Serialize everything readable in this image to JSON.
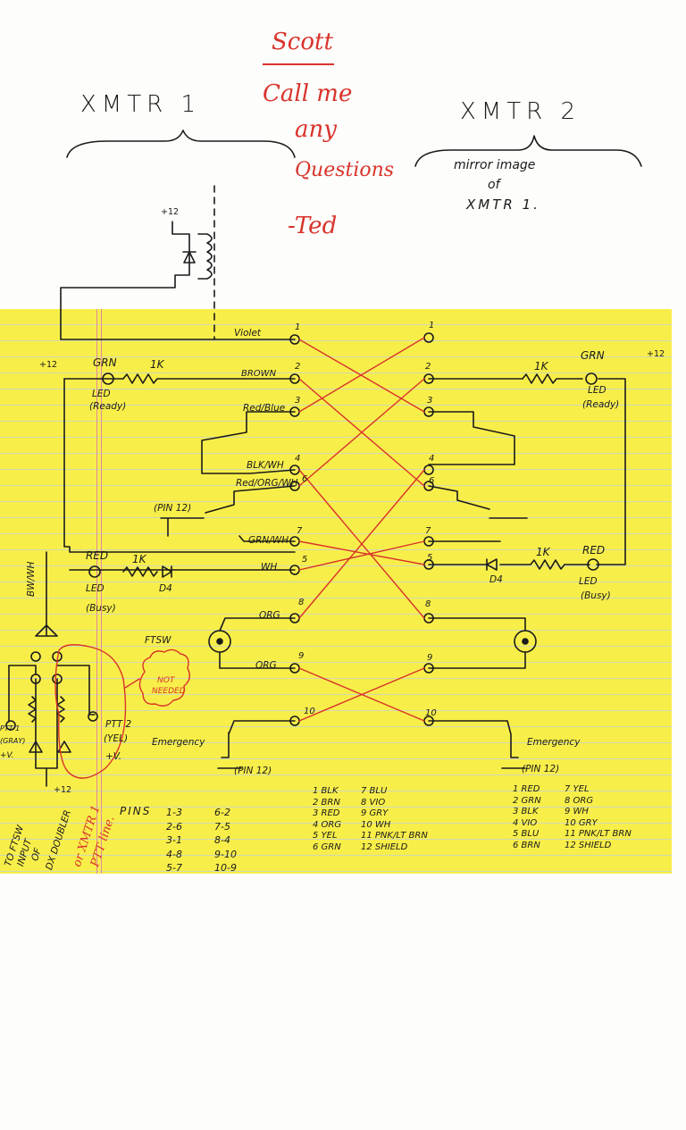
{
  "header": {
    "xmtr1": "XMTR 1",
    "xmtr2": "XMTR 2",
    "mirror_line1": "mirror image",
    "mirror_line2": "of",
    "mirror_line3": "XMTR 1."
  },
  "note": {
    "scott": "Scott",
    "line1": "Call me",
    "line2": "any",
    "line3": "Questions",
    "sign": "-Ted",
    "not_needed_1": "NOT",
    "not_needed_2": "NEEDED"
  },
  "colors": {
    "paper": "#f8ee4a",
    "ink": "#1a1a1a",
    "red_ink": "#d8332b"
  },
  "left": {
    "plus12_relay": "+12",
    "plus12": "+12",
    "grn": "GRN",
    "r1": "1K",
    "led": "LED",
    "ready": "(Ready)",
    "red": "RED",
    "r2": "1K",
    "led2": "LED",
    "busy": "(Busy)",
    "d4": "D4",
    "bw_wh": "BW/WH",
    "ftsw": "FTSW",
    "pin12": "(PIN 12)",
    "emergency": "Emergency",
    "emergency_pin": "(PIN 12)",
    "ptt2": "PTT 2",
    "yel": "(YEL)",
    "plusv": "+V.",
    "ptt1": "PTT 1",
    "gray": "(GRAY)",
    "plusv1": "+V.",
    "bottom12": "+12",
    "side_note_1": "TO FTSW",
    "side_note_2": "INPUT",
    "side_note_3": "OF",
    "side_note_4": "DX DOUBLER",
    "side_note_red_1": "or XMTR 1",
    "side_note_red_2": "PTT line."
  },
  "wires": {
    "w1": "Violet",
    "w2": "BROWN",
    "w3": "Red/Blue",
    "w4": "BLK/WH",
    "w6": "Red/ORG/WH",
    "w7": "GRN/WH",
    "w5": "WH",
    "w8": "ORG",
    "w9": "ORG"
  },
  "pins_left": {
    "p1": "1",
    "p2": "2",
    "p3": "3",
    "p4": "4",
    "p6": "6",
    "p7": "7",
    "p5": "5",
    "p8": "8",
    "p9": "9",
    "p10": "10"
  },
  "pins_right": {
    "p1": "1",
    "p2": "2",
    "p3": "3",
    "p4": "4",
    "p6": "6",
    "p7": "7",
    "p5": "5",
    "p8": "8",
    "p9": "9",
    "p10": "10"
  },
  "right": {
    "grn": "GRN",
    "led": "LED",
    "ready": "(Ready)",
    "plus12": "+12",
    "red": "RED",
    "r": "1K",
    "led2": "LED",
    "busy": "(Busy)",
    "d4": "D4",
    "emergency": "Emergency",
    "emergency_pin": "(PIN 12)",
    "r1": "1K"
  },
  "pins_table": {
    "title": "PINS",
    "col1": [
      "1-3",
      "2-6",
      "3-1",
      "4-8",
      "5-7"
    ],
    "col2": [
      "6-2",
      "7-5",
      "8-4",
      "9-10",
      "10-9"
    ]
  },
  "color_code_left": {
    "col1": [
      "1 BLK",
      "2 BRN",
      "3 RED",
      "4 ORG",
      "5 YEL",
      "6 GRN"
    ],
    "col2": [
      "7 BLU",
      "8 VIO",
      "9 GRY",
      "10 WH",
      "11 PNK/LT BRN",
      "12 SHIELD"
    ]
  },
  "color_code_right": {
    "col1": [
      "1 RED",
      "2 GRN",
      "3 BLK",
      "4 VIO",
      "5 BLU",
      "6 BRN"
    ],
    "col2": [
      "7 YEL",
      "8 ORG",
      "9 WH",
      "10 GRY",
      "11 PNK/LT BRN",
      "12 SHIELD"
    ]
  }
}
